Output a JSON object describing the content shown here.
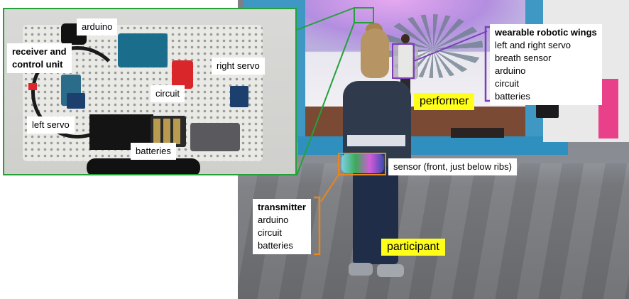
{
  "box_labels": {
    "arduino": "arduino",
    "receiver_line1": "receiver and",
    "receiver_line2": "control unit",
    "right_servo": "right servo",
    "circuit": "circuit",
    "left_servo": "left servo",
    "batteries": "batteries"
  },
  "wearable": {
    "title": "wearable robotic wings",
    "items": [
      "left and right servo",
      "breath sensor",
      "arduino",
      "circuit",
      "batteries"
    ]
  },
  "performer_label": "performer",
  "participant_label": "participant",
  "sensor_label": "sensor (front, just below ribs)",
  "transmitter": {
    "title": "transmitter",
    "items": [
      "arduino",
      "circuit",
      "batteries"
    ]
  },
  "colors": {
    "box_frame": "#23a23a",
    "wings_frame": "#7a3fb8",
    "transmitter_frame": "#e8861f",
    "highlight": "#ffff1a"
  }
}
